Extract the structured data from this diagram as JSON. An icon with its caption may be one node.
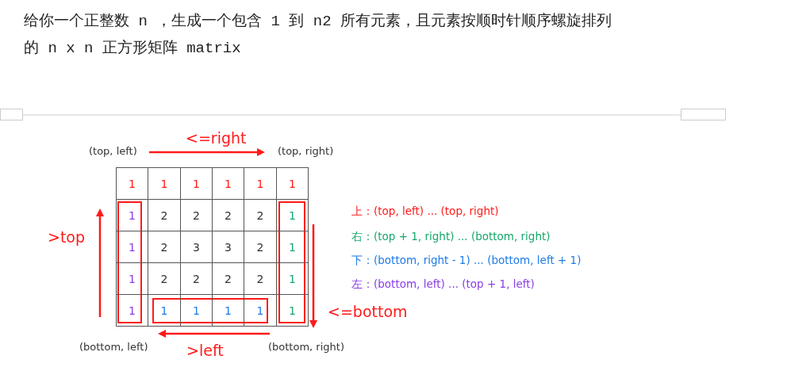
{
  "diagram": {
    "title": "给你一个正整数 n ，生成一个包含 1 到 n2 所有元素，且元素按顺时针顺序螺旋排列的 n x n 正方形矩阵 matrix",
    "labels": [
      "<=right",
      "(top, left)",
      "(top, right)",
      "1",
      "1",
      "1",
      "1",
      "1",
      "1",
      "1",
      "2",
      "2",
      "2",
      "2",
      "1",
      "1",
      "2",
      "3",
      "3",
      "2",
      "1",
      "1",
      "2",
      "2",
      "2",
      "2",
      "1",
      "1",
      "1",
      "1",
      "1",
      "1",
      "1",
      ">top",
      "上：(top, left) ... (top, right)",
      "右：(top + 1, right) ... (bottom, right)",
      "下：(bottom, right - 1) ... (bottom, left + 1)",
      "左：(bottom, left) ... (top + 1, left)",
      "<=bottom",
      "(bottom, left)",
      ">left",
      "(bottom, right)"
    ]
  }
}
